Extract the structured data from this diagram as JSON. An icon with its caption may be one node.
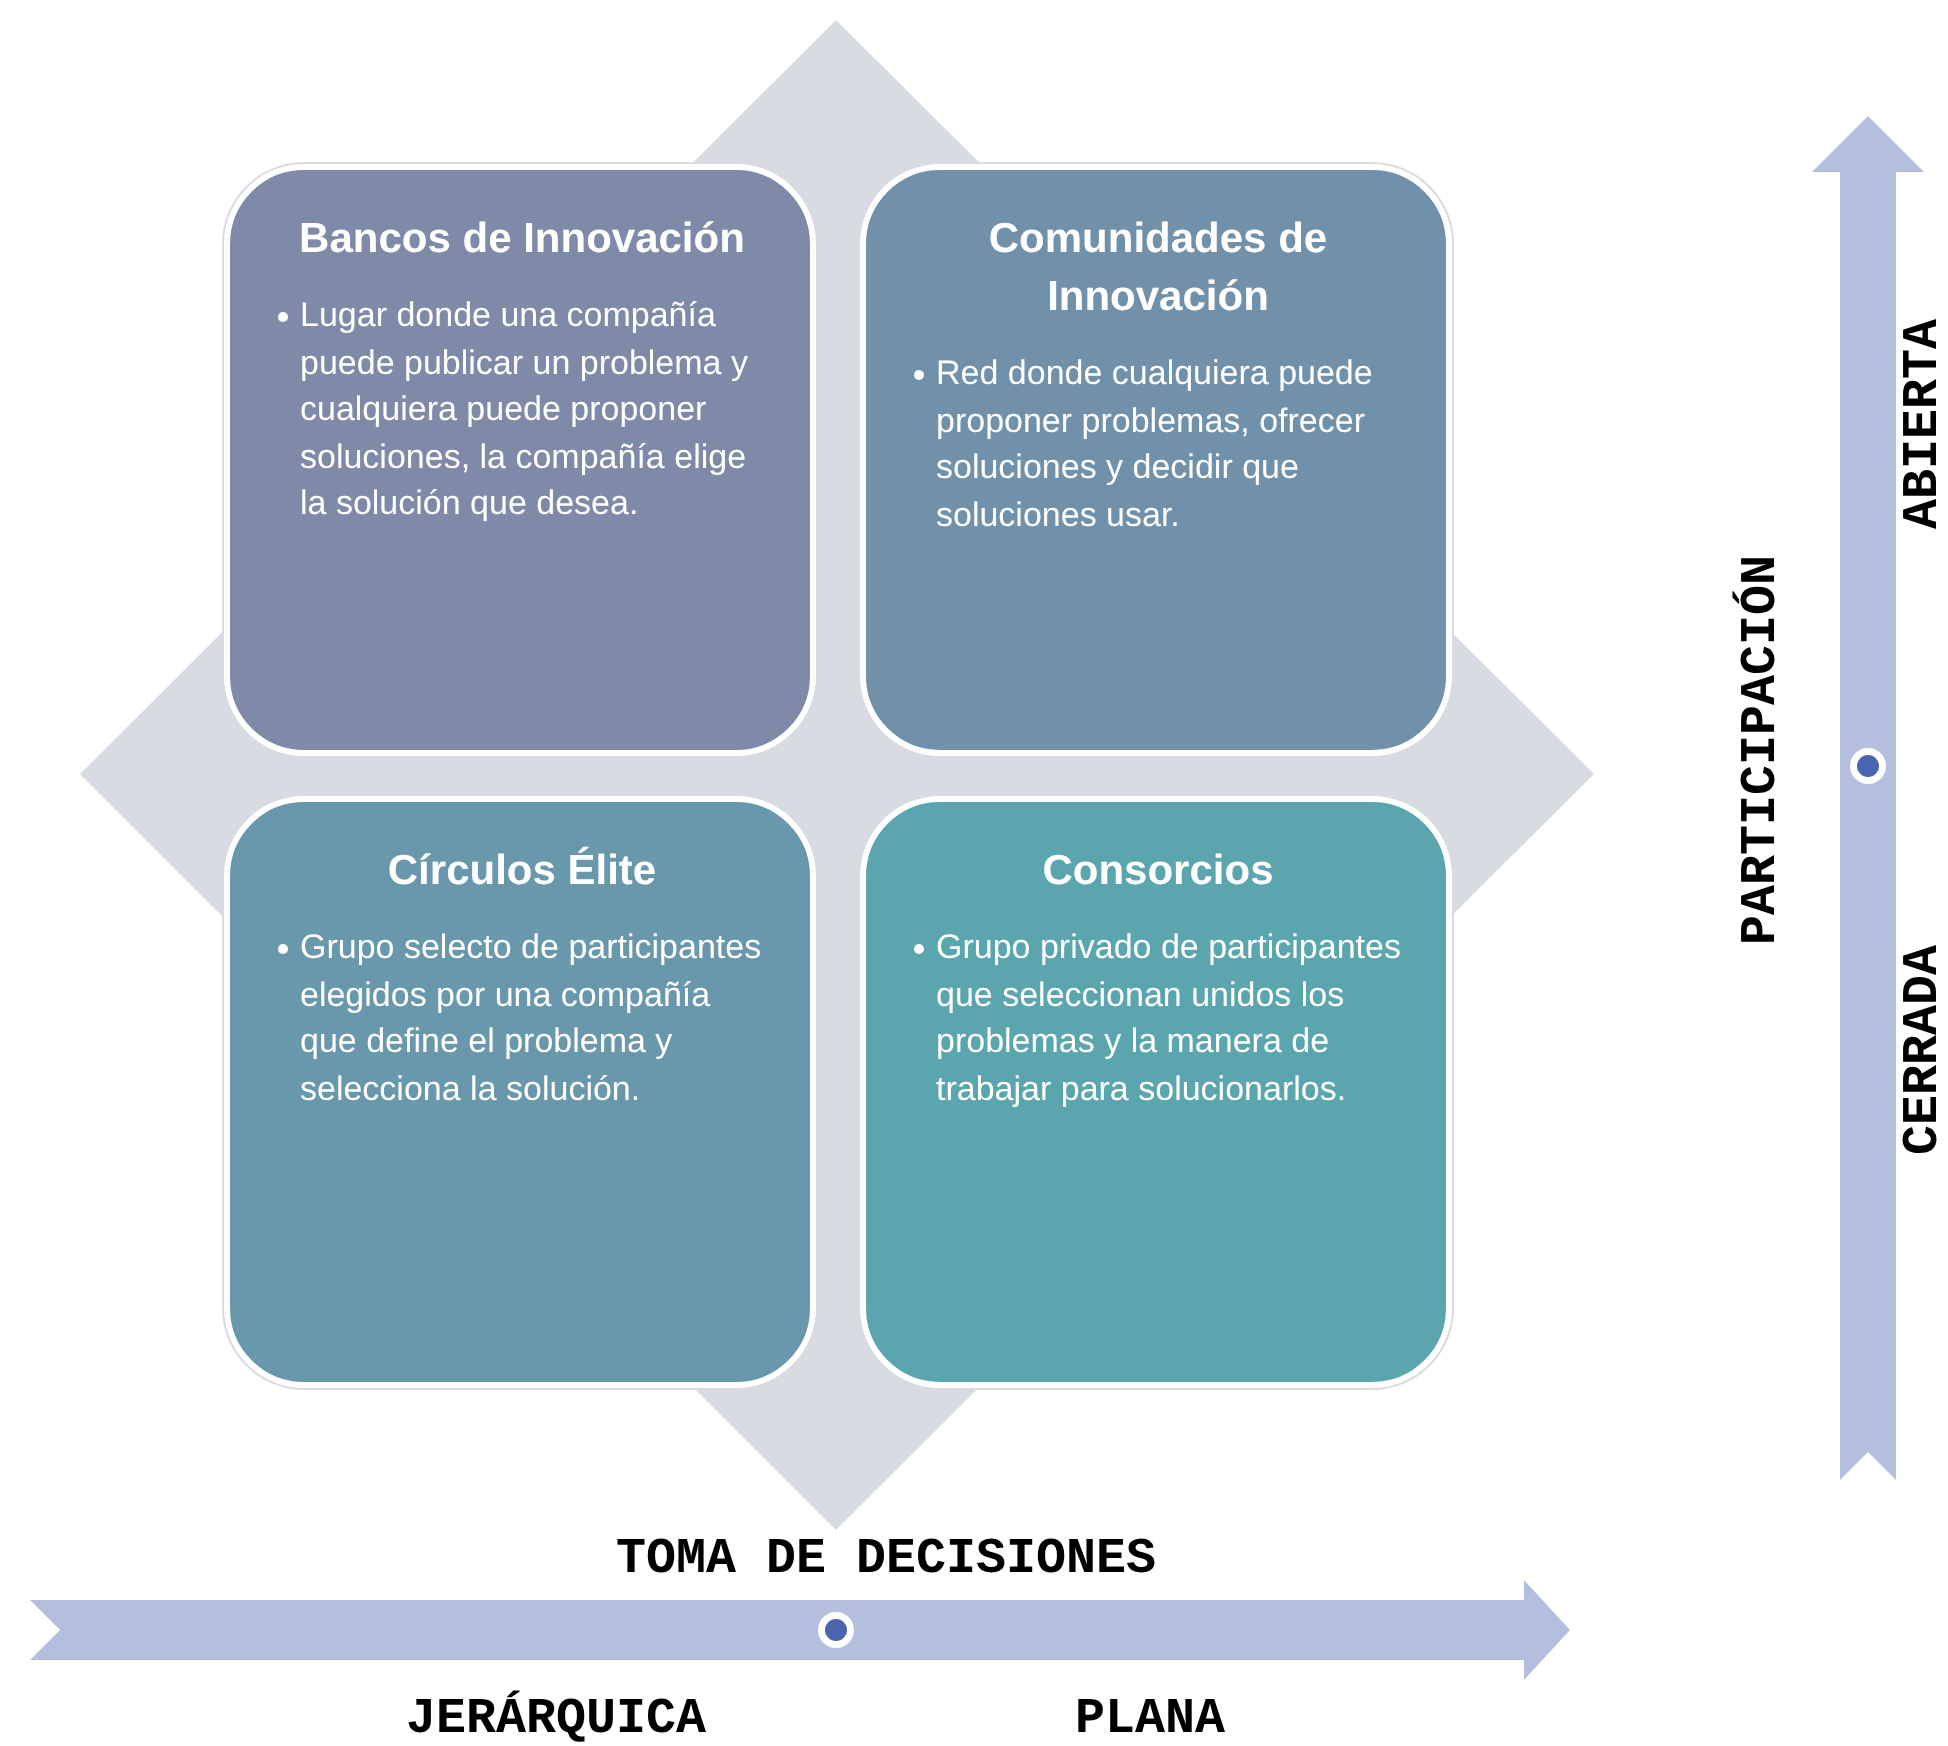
{
  "diagram": {
    "nodes": [
      {
        "text": [
          "Bancos de Innovación",
          "Lugar donde una compañía puede publicar un problema y cualquiera puede proponer soluciones, la compañía elige la solución que desea."
        ]
      },
      {
        "text": [
          "Comunidades de Innovación",
          "Red donde cualquiera puede proponer problemas, ofrecer soluciones y decidir que soluciones usar."
        ]
      },
      {
        "text": [
          "Círculos Élite",
          "Grupo selecto de participantes elegidos por una compañía que define el problema y selecciona la solución."
        ]
      },
      {
        "text": [
          "Consorcios",
          "Grupo privado de participantes que seleccionan unidos los problemas y la manera de trabajar para solucionarlos."
        ]
      }
    ],
    "edges": [],
    "labels": [
      "PARTICIPACIÓN",
      "ABIERTA",
      "CERRADA",
      "TOMA DE DECISIONES",
      "JERÁRQUICA",
      "PLANA"
    ]
  }
}
